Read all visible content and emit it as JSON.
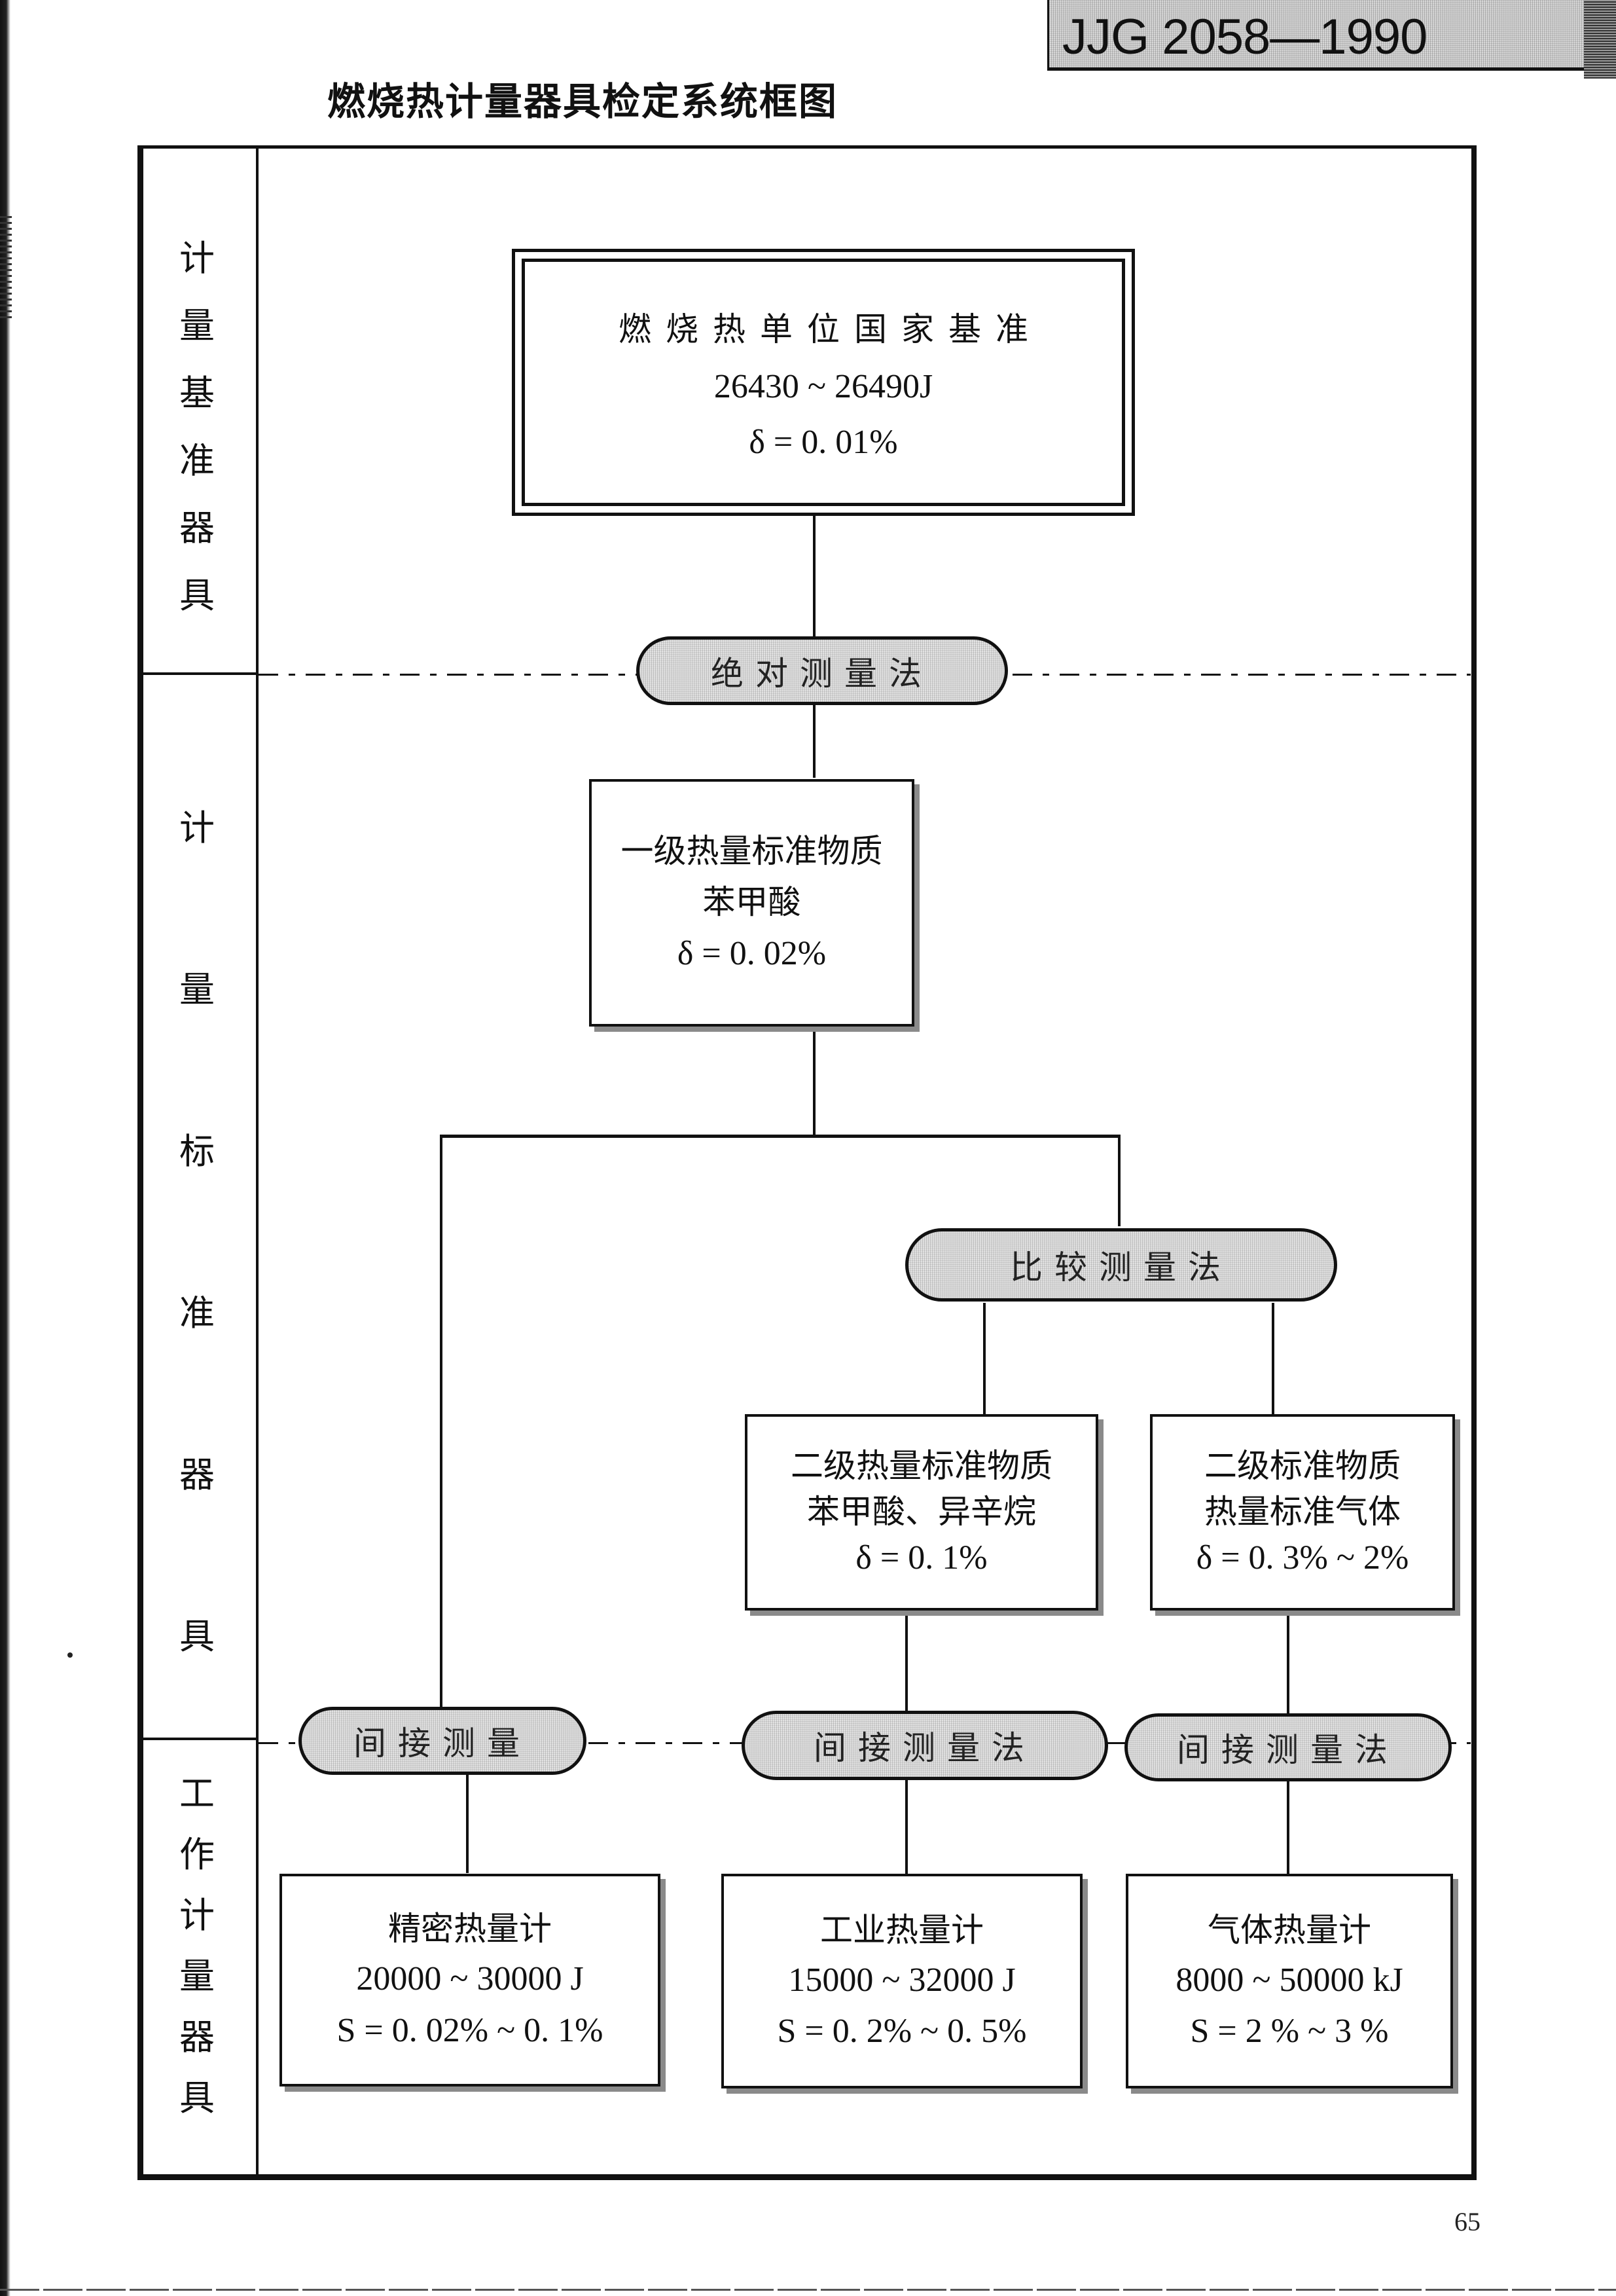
{
  "header": {
    "standard_code": "JJG 2058—1990",
    "title": "燃烧热计量器具检定系统框图"
  },
  "sections": {
    "primary": [
      "计",
      "量",
      "基",
      "准",
      "器",
      "具"
    ],
    "standards": [
      "计",
      "量",
      "标",
      "准",
      "器",
      "具"
    ],
    "working": [
      "工",
      "作",
      "计",
      "量",
      "器",
      "具"
    ]
  },
  "nodes": {
    "national_standard": {
      "name": "燃烧热单位国家基准",
      "range": "26430 ~ 26490J",
      "uncertainty": "δ = 0. 01%"
    },
    "primary_material": {
      "name": "一级热量标准物质",
      "substance": "苯甲酸",
      "uncertainty": "δ = 0. 02%"
    },
    "secondary_material_a": {
      "name": "二级热量标准物质",
      "substance": "苯甲酸、异辛烷",
      "uncertainty": "δ = 0. 1%"
    },
    "secondary_material_b": {
      "name": "二级标准物质",
      "substance": "热量标准气体",
      "uncertainty": "δ = 0. 3% ~ 2%"
    },
    "precision_calorimeter": {
      "name": "精密热量计",
      "range": "20000 ~ 30000 J",
      "uncertainty": "S = 0. 02% ~ 0. 1%"
    },
    "industrial_calorimeter": {
      "name": "工业热量计",
      "range": "15000 ~ 32000 J",
      "uncertainty": "S = 0. 2% ~ 0. 5%"
    },
    "gas_calorimeter": {
      "name": "气体热量计",
      "range": "8000 ~ 50000 kJ",
      "uncertainty": "S = 2 % ~ 3 %"
    }
  },
  "methods": {
    "absolute": "绝对测量法",
    "comparison": "比较测量法",
    "indirect_1": "间接测量",
    "indirect_2": "间接测量法",
    "indirect_3": "间接测量法"
  },
  "footer": {
    "page_number": "65"
  }
}
